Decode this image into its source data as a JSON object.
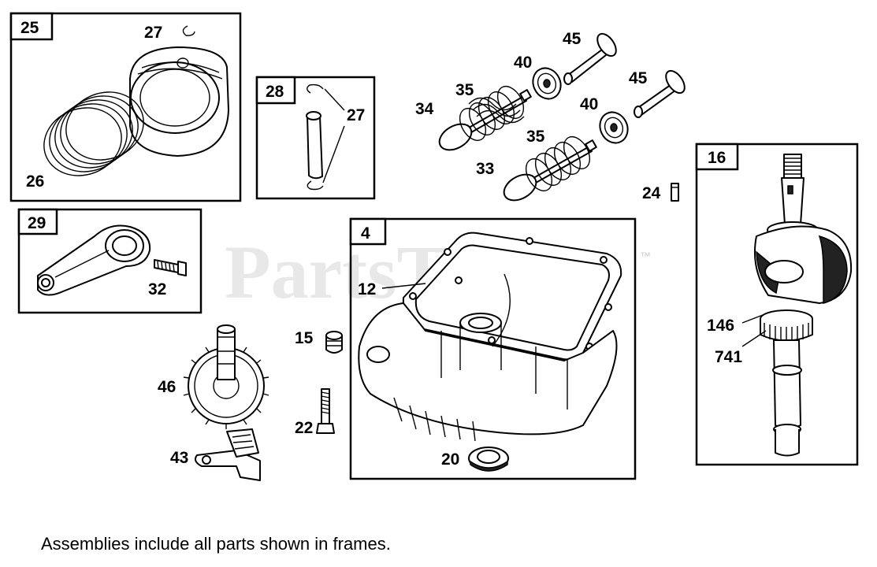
{
  "watermark": "PartsTree",
  "frames": {
    "piston": {
      "tag": "25",
      "callouts": {
        "ring": "27",
        "rings": "26"
      }
    },
    "pin": {
      "tag": "28",
      "callout_clip": "27"
    },
    "conrod": {
      "tag": "29",
      "callout_bolt": "32"
    },
    "sump": {
      "tag": "4",
      "callout_gasket": "12"
    },
    "crankshaft": {
      "tag": "16",
      "callout_key": "146",
      "callout_gear": "741"
    }
  },
  "parts": {
    "valve_intake": "34",
    "valve_exhaust": "33",
    "spring_upper": "35",
    "spring_lower": "35",
    "retainer_upper": "40",
    "retainer_lower": "40",
    "guide_upper": "45",
    "guide_lower": "45",
    "key": "24",
    "plug": "15",
    "governor_gear": "46",
    "screw": "22",
    "bracket": "43",
    "seal": "20"
  },
  "footnote": "Assemblies include all parts shown in frames."
}
